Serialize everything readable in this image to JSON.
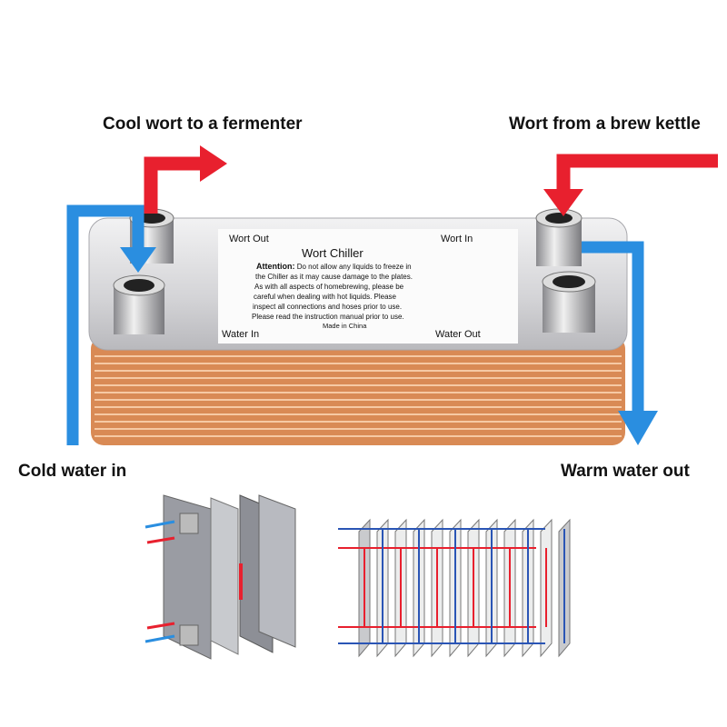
{
  "callouts": {
    "cool_wort_out": "Cool wort to a fermenter",
    "wort_in": "Wort from a brew kettle",
    "cold_water_in": "Cold water in",
    "warm_water_out": "Warm water out"
  },
  "label_plate": {
    "wort_out": "Wort  Out",
    "wort_in": "Wort   In",
    "title": "Wort  Chiller",
    "attention_prefix": "Attention:",
    "lines": [
      "Do not allow any liquids to freeze in",
      "the Chiller as it may cause damage to the plates.",
      "As with all aspects of homebrewing, please be",
      "careful when dealing with hot liquids. Please",
      "inspect all connections and hoses prior to use.",
      "Please read the instruction manual prior to use."
    ],
    "made_in": "Made in China",
    "water_in": "Water  In",
    "water_out": "Water  Out"
  },
  "colors": {
    "hot_arrow": "#e8202e",
    "cold_arrow": "#2a8ee0",
    "copper": "#d98a55",
    "steel": "#d9d9dc"
  }
}
